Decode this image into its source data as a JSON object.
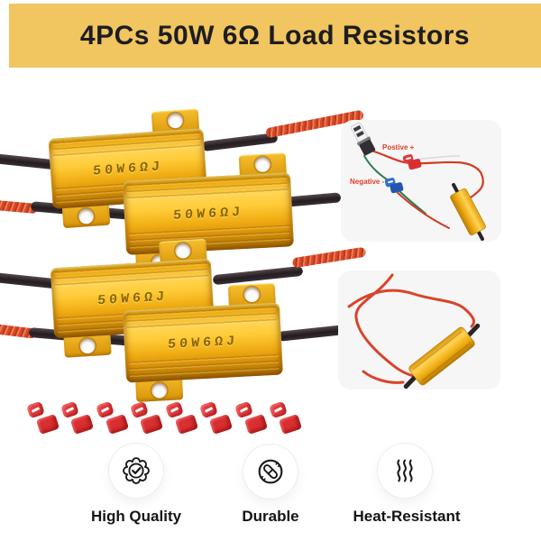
{
  "header": {
    "title": "4PCs 50W 6Ω Load Resistors"
  },
  "product": {
    "marking": "50W6ΩJ",
    "resistor_count": 4,
    "splice_connector_count": 8
  },
  "wiring_diagram": {
    "positive_label": "Postive +",
    "negative_label": "Negative -"
  },
  "features": [
    {
      "icon": "quality-badge-icon",
      "label": "High Quality"
    },
    {
      "icon": "durable-link-icon",
      "label": "Durable"
    },
    {
      "icon": "heat-waves-icon",
      "label": "Heat-Resistant"
    }
  ],
  "colors": {
    "banner_bg": "#F1C55F",
    "title_text": "#1D1D22",
    "resistor_gold": "#F5B91C",
    "wire_black": "#2B2326",
    "wire_red": "#D84A28",
    "connector_red": "#DF3335",
    "diagram_label_red": "#E0402A",
    "inset_bg": "#F6F6F6",
    "feature_label_text": "#141414"
  }
}
